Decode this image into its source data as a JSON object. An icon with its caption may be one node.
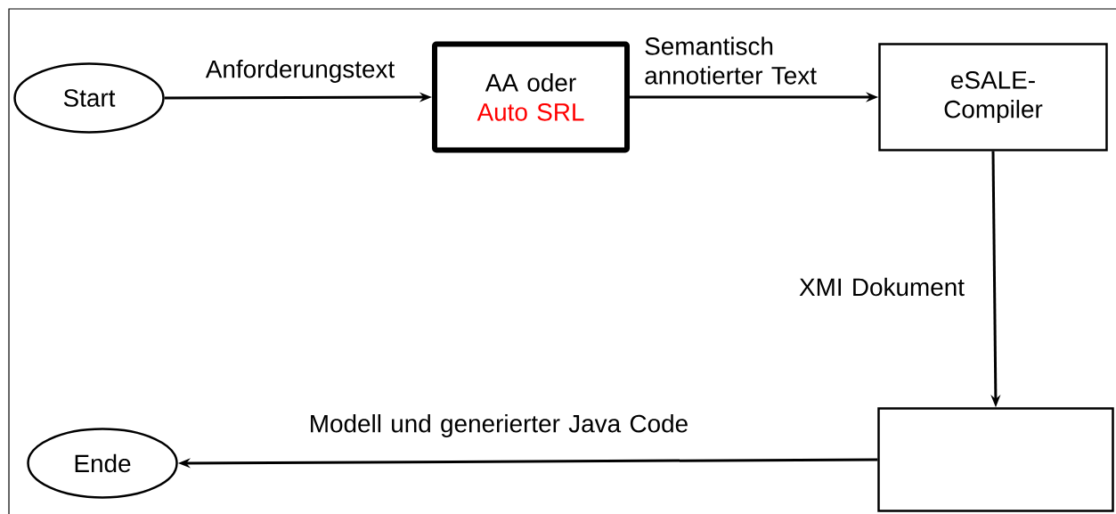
{
  "diagram": {
    "nodes": [
      {
        "text": [
          "Start"
        ]
      },
      {
        "text": [
          "AA oder",
          "Auto SRL"
        ]
      },
      {
        "text": [
          "eSALE-Compiler"
        ]
      },
      {
        "text": [],
        "shape": "box"
      },
      {
        "text": [
          "Ende"
        ]
      }
    ],
    "edges": [
      {
        "from": 0,
        "to": 1,
        "arrow": "to",
        "label": "Anforderungstext"
      },
      {
        "from": 1,
        "to": 2,
        "arrow": "to",
        "label": "Semantisch annotierter Text"
      },
      {
        "from": 2,
        "to": 3,
        "arrow": "to",
        "label": "XMI Dokument"
      },
      {
        "from": 3,
        "to": 4,
        "arrow": "to",
        "label": "Modell und generierter Java Code"
      }
    ]
  }
}
